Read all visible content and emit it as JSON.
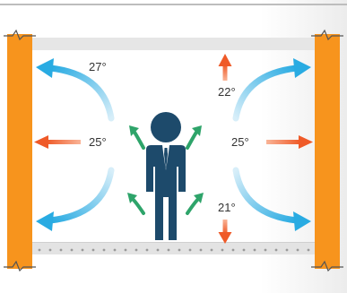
{
  "temperatures": {
    "top_left": "27°",
    "middle_left": "25°",
    "middle_right": "25°",
    "ceiling_center": "22°",
    "floor_center": "21°"
  },
  "colors": {
    "wall_orange": "#F7941D",
    "ceiling_gray": "#E6E6E6",
    "floor_gray": "#E3E3E3",
    "warm_arrow": "#EF5A28",
    "cool_arrow_end": "#29ABE2",
    "cool_arrow_start": "#D7EEF9",
    "green_arrow": "#2EA46A",
    "person_navy": "#1D4A6B",
    "top_line": "#BDBDBD"
  },
  "icons": {
    "person": "person-icon",
    "warm_arrow": "arrow-icon",
    "cool_flow": "curved-arrow-icon",
    "airflow": "curved-arrow-icon"
  }
}
